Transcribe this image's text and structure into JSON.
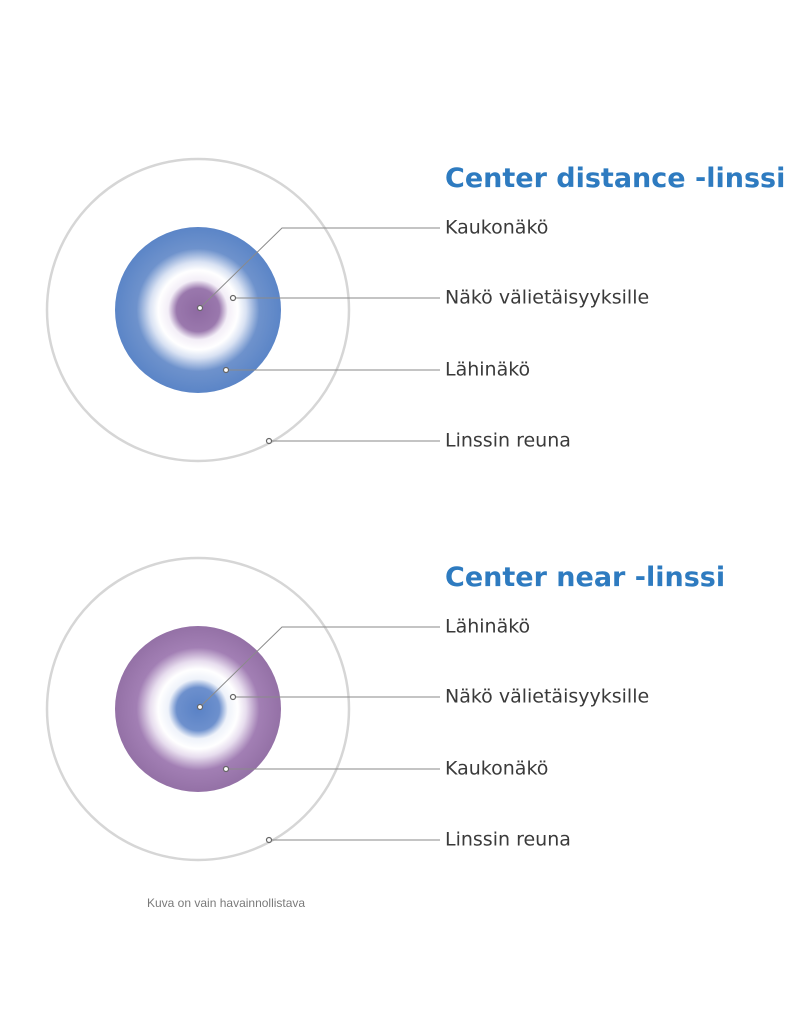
{
  "diagrams": [
    {
      "title": "Center distance -linssi",
      "labels": [
        "Kaukonäkö",
        "Näkö välietäisyyksille",
        "Lähinäkö",
        "Linssin reuna"
      ]
    },
    {
      "title": "Center near -linssi",
      "labels": [
        "Lähinäkö",
        "Näkö välietäisyyksille",
        "Kaukonäkö",
        "Linssin reuna"
      ]
    }
  ],
  "colors": {
    "title": "#2e7bc0",
    "blue_zone": "#5b85c7",
    "purple_zone": "#9471a6",
    "lens_edge": "#d6d6d6",
    "leader_line": "#8a8a8a"
  },
  "note": "Kuva on vain havainnollistava"
}
